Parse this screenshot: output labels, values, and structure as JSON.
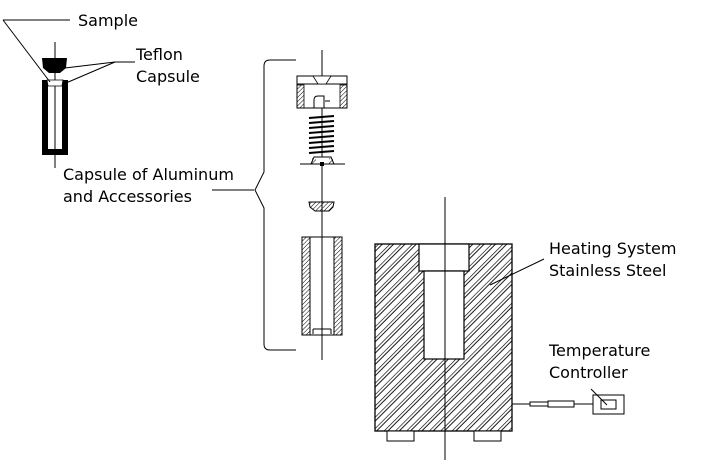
{
  "diagram": {
    "labels": {
      "sample": "Sample",
      "teflon_line1": "Teflon",
      "teflon_line2": "Capsule",
      "capsule_line1": "Capsule of Aluminum",
      "capsule_line2": "and Accessories",
      "heating_line1": "Heating System",
      "heating_line2": "Stainless Steel",
      "temp_line1": "Temperature",
      "temp_line2": "Controller"
    },
    "colors": {
      "ink": "#000000",
      "background": "#ffffff"
    }
  }
}
